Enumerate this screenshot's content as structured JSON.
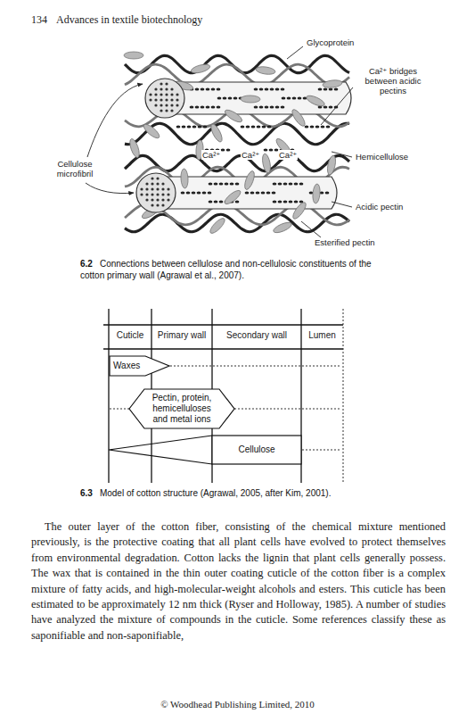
{
  "diagram": {
    "nodes": [
      {
        "text": [
          "Waxes"
        ]
      },
      {
        "text": [
          "Pectin, protein, hemicelluloses and metal ions"
        ]
      },
      {
        "text": [
          "Cellulose"
        ]
      }
    ],
    "labels": [
      "134",
      "Advances in textile biotechnology",
      "Glycoprotein",
      "Ca²⁺ bridges between acidic pectins",
      "Ca²⁺",
      "Ca²⁺",
      "Ca²⁺",
      "Hemicellulose",
      "Cellulose microfibril",
      "Acidic pectin",
      "Esterified pectin",
      "6.2",
      "Connections between cellulose and non-cellulosic constituents of the cotton primary wall (Agrawal et al., 2007).",
      "Cuticle",
      "Primary wall",
      "Secondary wall",
      "Lumen",
      "6.3",
      "Model of cotton structure (Agrawal, 2005, after Kim, 2001).",
      "The outer layer of the cotton fiber, consisting of the chemical mixture mentioned previously, is the protective coating that all plant cells have evolved to protect themselves from environmental degradation. Cotton lacks the lignin that plant cells generally possess. The wax that is contained in the thin outer coating cuticle of the cotton fiber is a complex mixture of fatty acids, and high-molecular-weight alcohols and esters. This cuticle has been estimated to be approximately 12 nm thick (Ryser and Holloway, 1985). A number of studies have analyzed the mixture of compounds in the cuticle. Some references classify these as saponifiable and non-saponifiable,",
      "© Woodhead Publishing Limited, 2010"
    ]
  }
}
